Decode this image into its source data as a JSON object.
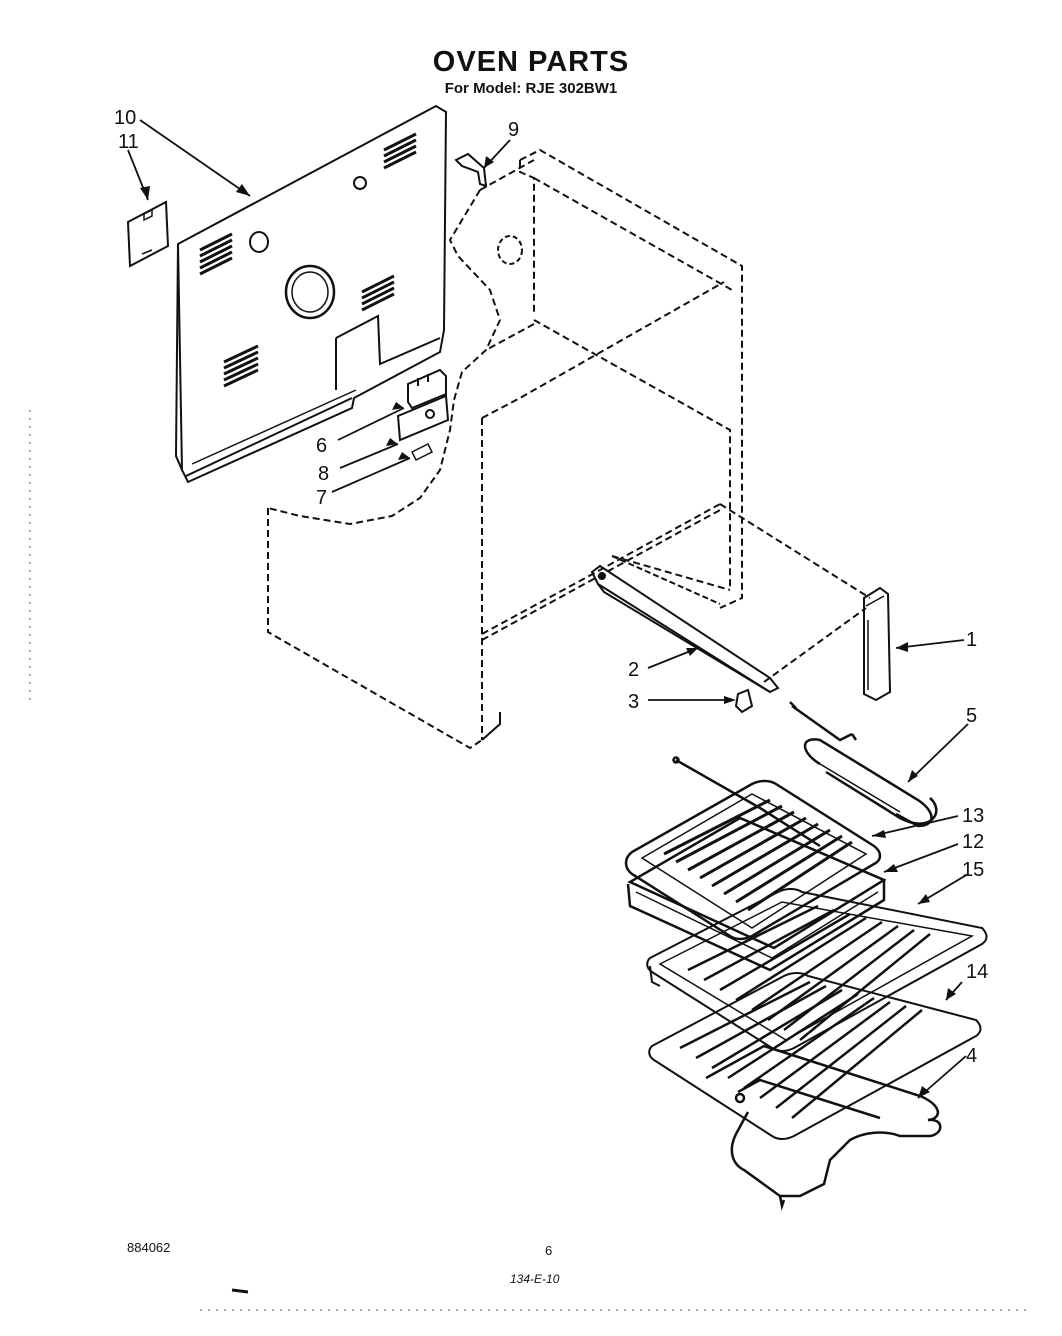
{
  "header": {
    "title": "OVEN PARTS",
    "subtitle": "For Model: RJE 302BW1"
  },
  "callouts": [
    {
      "id": "1",
      "label": "1"
    },
    {
      "id": "2",
      "label": "2"
    },
    {
      "id": "3",
      "label": "3"
    },
    {
      "id": "4",
      "label": "4"
    },
    {
      "id": "5",
      "label": "5"
    },
    {
      "id": "6",
      "label": "6"
    },
    {
      "id": "7",
      "label": "7"
    },
    {
      "id": "8",
      "label": "8"
    },
    {
      "id": "9",
      "label": "9"
    },
    {
      "id": "10",
      "label": "10"
    },
    {
      "id": "11",
      "label": "11"
    },
    {
      "id": "12",
      "label": "12"
    },
    {
      "id": "13",
      "label": "13"
    },
    {
      "id": "14",
      "label": "14"
    },
    {
      "id": "15",
      "label": "15"
    }
  ],
  "footer": {
    "code": "884062",
    "page": "6",
    "ref": "134-E-10"
  },
  "colors": {
    "ink": "#111111",
    "paper": "#ffffff"
  }
}
